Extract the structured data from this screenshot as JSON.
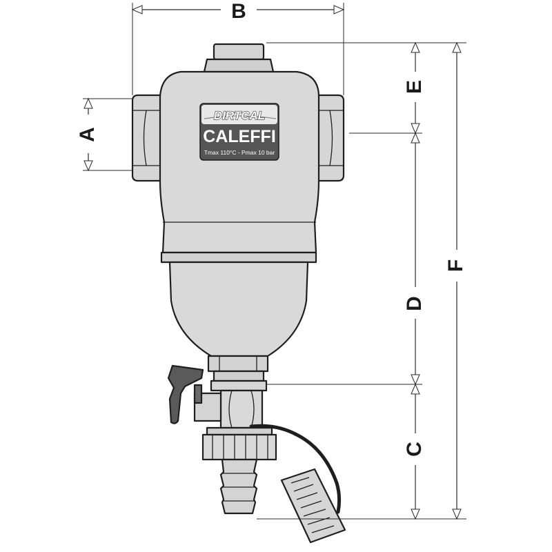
{
  "dimensions": {
    "A": "A",
    "B": "B",
    "C": "C",
    "D": "D",
    "E": "E",
    "F": "F"
  },
  "badge": {
    "model": "DIRTCAL",
    "brand": "CALEFFI",
    "spec": "Tmax 110°C - Pmax 10 bar"
  },
  "colors": {
    "body": "#d9d9d9",
    "body_shadow": "#bdbdbd",
    "badge": "#555555",
    "handle": "#5a5a5a",
    "outline": "#1e1e1e"
  }
}
